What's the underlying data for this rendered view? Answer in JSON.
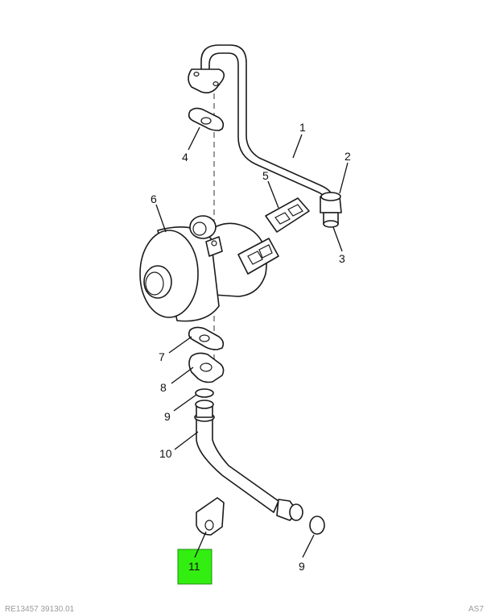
{
  "colors": {
    "highlight": "#33EE11",
    "line": "#1A1A1A"
  },
  "callouts": [
    "1",
    "2",
    "3",
    "4",
    "5",
    "6",
    "7",
    "8",
    "9",
    "10",
    "9",
    "11"
  ],
  "footer": {
    "left": "RE13457 39130.01",
    "right": "AS7"
  }
}
